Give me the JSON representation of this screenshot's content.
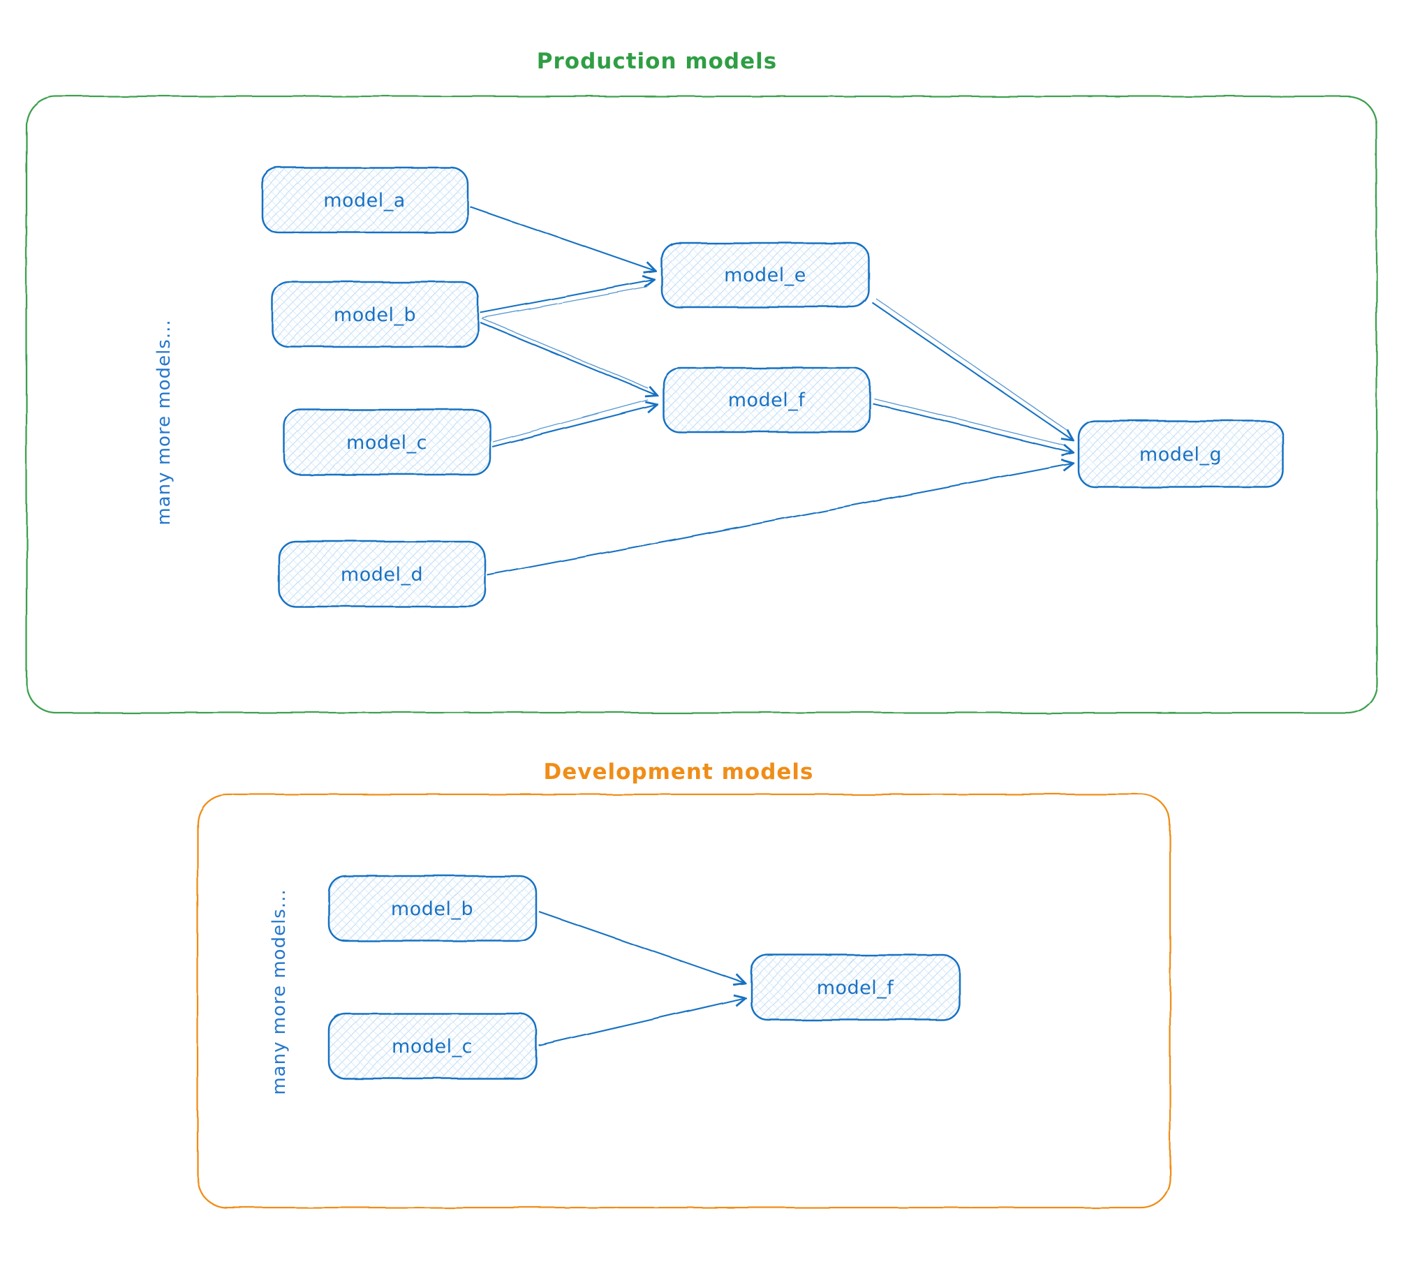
{
  "production": {
    "title": "Production models",
    "side_label": "many more models...",
    "nodes": [
      {
        "id": "model_a",
        "label": "model_a"
      },
      {
        "id": "model_b",
        "label": "model_b"
      },
      {
        "id": "model_c",
        "label": "model_c"
      },
      {
        "id": "model_d",
        "label": "model_d"
      },
      {
        "id": "model_e",
        "label": "model_e"
      },
      {
        "id": "model_f",
        "label": "model_f"
      },
      {
        "id": "model_g",
        "label": "model_g"
      }
    ],
    "edges": [
      {
        "from": "model_a",
        "to": "model_e"
      },
      {
        "from": "model_b",
        "to": "model_e"
      },
      {
        "from": "model_b",
        "to": "model_f"
      },
      {
        "from": "model_c",
        "to": "model_f"
      },
      {
        "from": "model_e",
        "to": "model_g"
      },
      {
        "from": "model_f",
        "to": "model_g"
      },
      {
        "from": "model_d",
        "to": "model_g"
      }
    ]
  },
  "development": {
    "title": "Development models",
    "side_label": "many more models...",
    "nodes": [
      {
        "id": "model_b",
        "label": "model_b"
      },
      {
        "id": "model_c",
        "label": "model_c"
      },
      {
        "id": "model_f",
        "label": "model_f"
      }
    ],
    "edges": [
      {
        "from": "model_b",
        "to": "model_f"
      },
      {
        "from": "model_c",
        "to": "model_f"
      }
    ]
  },
  "colors": {
    "production_border": "#2f9e44",
    "development_border": "#ef8d18",
    "node_stroke": "#1971c2",
    "node_hatch": "#a9cfef",
    "label_blue": "#1971c2"
  }
}
